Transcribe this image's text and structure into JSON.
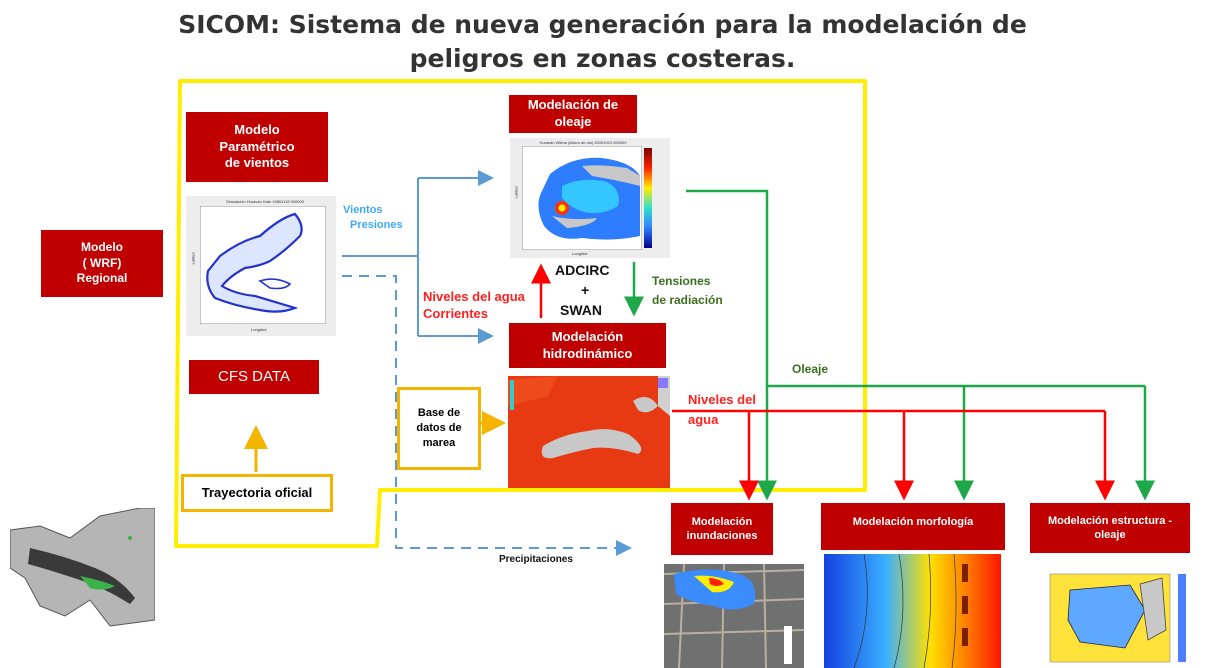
{
  "title": {
    "line1": "SICOM: Sistema de nueva generación para la modelación de",
    "line2": "peligros en zonas costeras."
  },
  "boxes": {
    "wrf": [
      "Modelo",
      "( WRF)",
      "Regional"
    ],
    "wind_model": [
      "Modelo",
      "Paramétrico",
      "de vientos"
    ],
    "cfs": "CFS DATA",
    "trayectoria": "Trayectoria oficial",
    "oleaje_model": [
      "Modelación de",
      "oleaje"
    ],
    "hidro_model": [
      "Modelación",
      "hidrodinámico"
    ],
    "marea": [
      "Base de",
      "datos de",
      "marea"
    ],
    "inundaciones": [
      "Modelación",
      "inundaciones"
    ],
    "morfologia": "Modelación morfología",
    "estructura": [
      "Modelación  estructura -",
      "oleaje"
    ]
  },
  "labels": {
    "vientos": "Vientos",
    "presiones": "Presiones",
    "niveles_corrientes": [
      "Niveles del agua",
      "Corrientes"
    ],
    "adcirc": "ADCIRC",
    "plus": "+",
    "swan": "SWAN",
    "tensiones": [
      "Tensiones",
      "de radiación"
    ],
    "oleaje": "Oleaje",
    "niveles_agua": [
      "Niveles del",
      "agua"
    ],
    "precipitaciones": "Precipitaciones"
  },
  "plot_texts": {
    "wind_plot_title": "Simulación Huracán Kate 19851118 000000",
    "wind_plot_ylabel": "Latitud",
    "wind_plot_xlabel": "Longitud",
    "wave_plot_title": "Huracán Wilma (Altura de ola) 20051023 000000",
    "wave_plot_ylabel": "Latitud",
    "wave_plot_xlabel": "Longitud"
  },
  "colors": {
    "red_box": "#c00000",
    "yellow_frame": "#ffee00",
    "orange": "#f5b400",
    "blue_arrow": "#5b9bd5",
    "green_arrow": "#1fa84a",
    "red_arrow": "#ff0000",
    "wind_label": "#3fa9f5",
    "label_red": "#ff2020",
    "label_green": "#3d6e1f"
  }
}
